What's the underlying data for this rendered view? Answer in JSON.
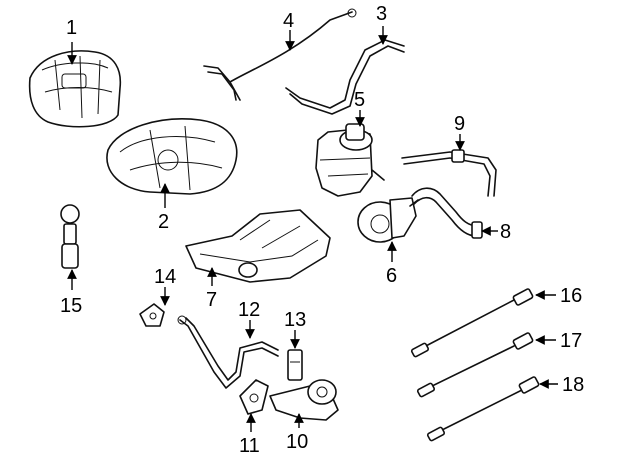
{
  "callouts": [
    "1",
    "2",
    "3",
    "4",
    "5",
    "6",
    "7",
    "8",
    "9",
    "10",
    "11",
    "12",
    "13",
    "14",
    "15",
    "16",
    "17",
    "18"
  ],
  "colors": {
    "line": "#111111",
    "background": "#ffffff"
  }
}
